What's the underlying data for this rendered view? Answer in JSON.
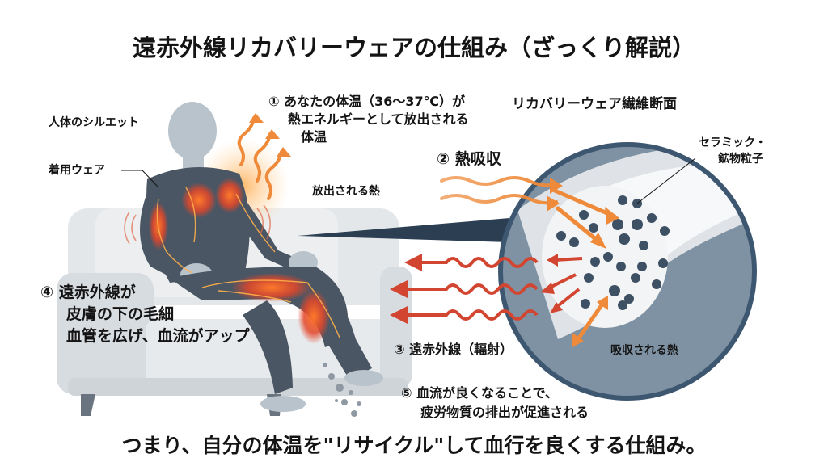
{
  "title": "遠赤外線リカバリーウェアの仕組み（ざっくり解説）",
  "labels": {
    "silhouette": "人体のシルエット",
    "wear": "着用ウェア",
    "step1_line1": "① あなたの体温（36〜37℃）が",
    "step1_line2": "熱エネルギーとして放出される",
    "body_temp": "体温",
    "released_heat": "放出される熱",
    "fiber_section": "リカバリーウェア繊維断面",
    "step2": "② 熱吸収",
    "particles_line1": "セラミック・",
    "particles_line2": "鉱物粒子",
    "absorbed_heat": "吸収される熱",
    "step3": "③ 遠赤外線（輻射）",
    "step4_line1": "④ 遠赤外線が",
    "step4_line2": "皮膚の下の毛細",
    "step4_line3": "血管を広げ、血流がアップ",
    "step5_line1": "⑤ 血流が良くなることで、",
    "step5_line2": "疲労物質の排出が促進される"
  },
  "footer": "つまり、自分の体温を\"リサイクル\"して血行を良くする仕組み。",
  "colors": {
    "background": "#ffffff",
    "text": "#141414",
    "heat_orange": "#ee8a3a",
    "infrared_red": "#d24530",
    "fiber_ring": "#3e5770",
    "fiber_fill": "#7f92a4",
    "fiber_core": "#f3f4f5",
    "particle": "#3d5064",
    "body_skin": "#b9c3cc",
    "wear": "#4a5664",
    "sofa": "#dfe3e7"
  }
}
